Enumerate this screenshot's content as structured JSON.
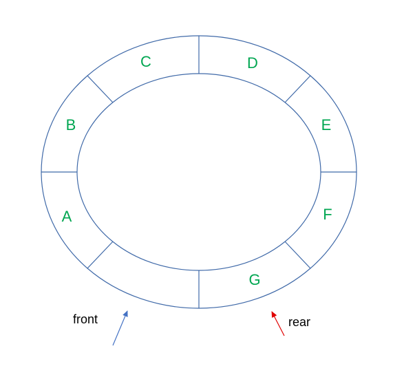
{
  "colors": {
    "ring": "#3f69a8",
    "slot_text": "#00a651",
    "front_arrow": "#4472c4",
    "rear_arrow": "#e00000"
  },
  "slots": [
    "A",
    "B",
    "C",
    "D",
    "E",
    "F",
    "G",
    ""
  ],
  "pointers": {
    "front": {
      "label": "front"
    },
    "rear": {
      "label": "rear"
    }
  }
}
